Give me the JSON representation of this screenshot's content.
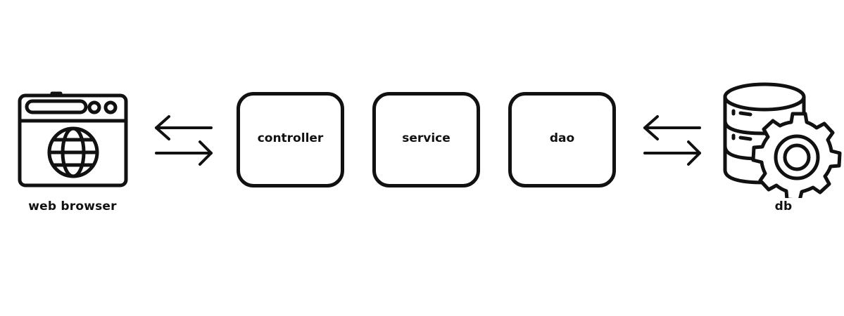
{
  "diagram": {
    "nodes": [
      {
        "id": "web-browser",
        "label": "web browser",
        "icon": "web-browser-icon"
      },
      {
        "id": "controller",
        "label": "controller"
      },
      {
        "id": "service",
        "label": "service"
      },
      {
        "id": "dao",
        "label": "dao"
      },
      {
        "id": "db",
        "label": "db",
        "icon": "database-gear-icon"
      }
    ],
    "edges": [
      {
        "from": "web-browser",
        "to": "controller",
        "style": "bidirectional-arrows"
      },
      {
        "from": "dao",
        "to": "db",
        "style": "bidirectional-arrows"
      }
    ],
    "colors": {
      "stroke": "#111111",
      "background": "#ffffff"
    }
  }
}
